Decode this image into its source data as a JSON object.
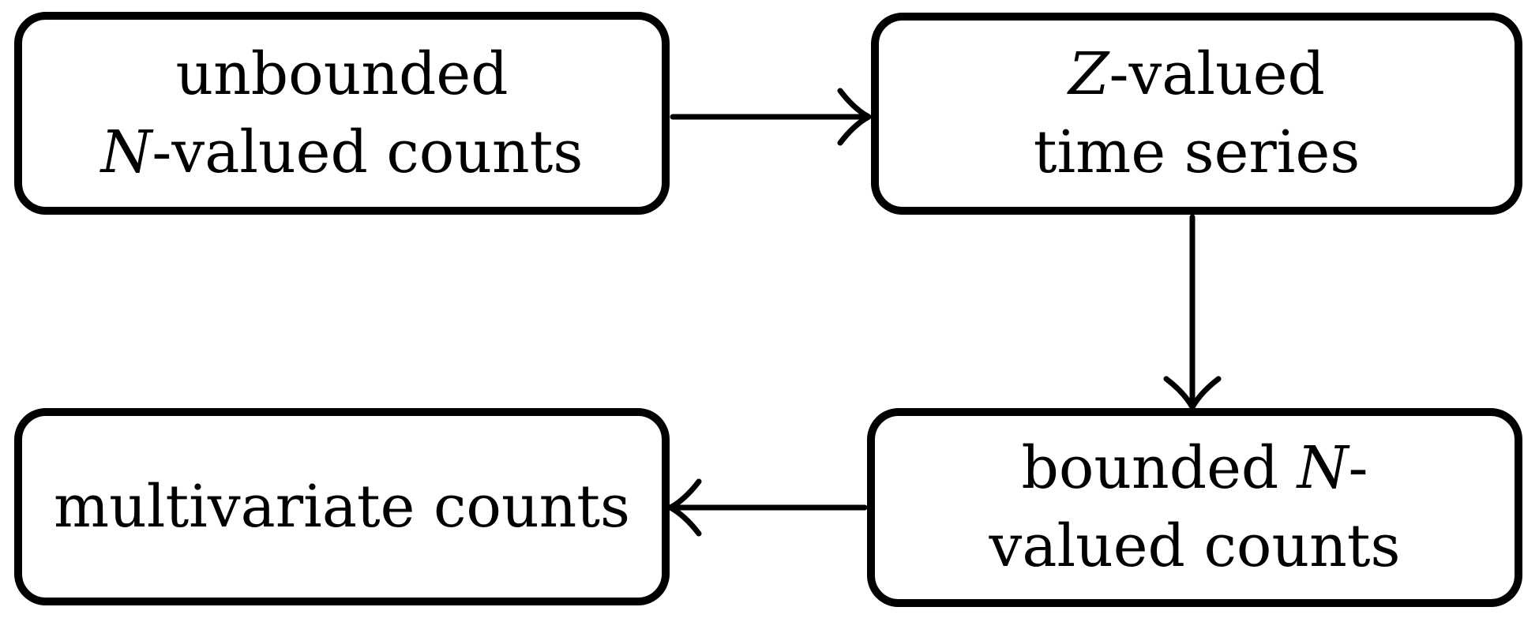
{
  "colors": {
    "background": "#ffffff",
    "stroke": "#000000"
  },
  "nodes": [
    {
      "id": "unbounded-n-valued-counts",
      "lines": [
        [
          {
            "t": "unbounded"
          }
        ],
        [
          {
            "t": "N",
            "style": "script-capital"
          },
          {
            "t": "-valued counts"
          }
        ]
      ]
    },
    {
      "id": "z-valued-time-series",
      "lines": [
        [
          {
            "t": "Z",
            "style": "script-capital"
          },
          {
            "t": "-valued"
          }
        ],
        [
          {
            "t": "time series"
          }
        ]
      ]
    },
    {
      "id": "multivariate-counts",
      "lines": [
        [
          {
            "t": "multivariate counts"
          }
        ]
      ]
    },
    {
      "id": "bounded-n-valued-counts",
      "lines": [
        [
          {
            "t": "bounded "
          },
          {
            "t": "N",
            "style": "script-capital"
          },
          {
            "t": "-"
          }
        ],
        [
          {
            "t": "valued counts"
          }
        ]
      ]
    }
  ],
  "edges": [
    {
      "from": "unbounded-n-valued-counts",
      "to": "z-valued-time-series",
      "direction": "right"
    },
    {
      "from": "z-valued-time-series",
      "to": "bounded-n-valued-counts",
      "direction": "down"
    },
    {
      "from": "bounded-n-valued-counts",
      "to": "multivariate-counts",
      "direction": "left"
    }
  ]
}
